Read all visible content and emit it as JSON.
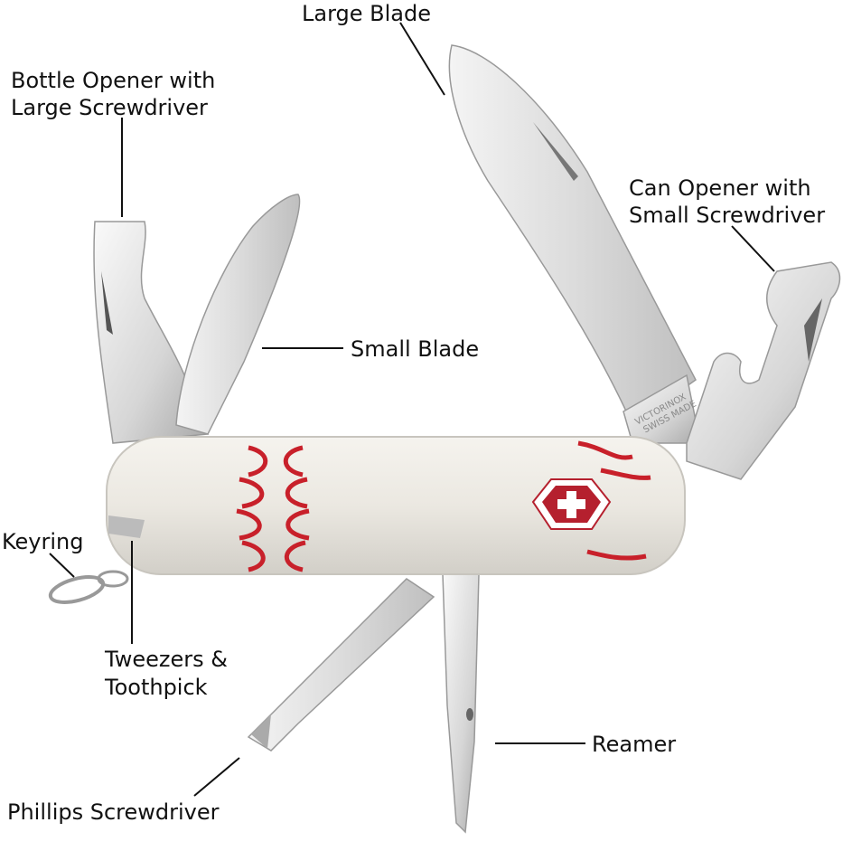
{
  "title": "Swiss army knife tool diagram",
  "labels": {
    "large_blade": "Large Blade",
    "bottle_opener_1": "Bottle Opener with",
    "bottle_opener_2": "Large Screwdriver",
    "small_blade": "Small Blade",
    "can_opener_1": "Can Opener with",
    "can_opener_2": "Small Screwdriver",
    "keyring": "Keyring",
    "tweezers_1": "Tweezers &",
    "tweezers_2": "Toothpick",
    "reamer": "Reamer",
    "phillips": "Phillips Screwdriver"
  },
  "stamp": [
    "VICTORINOX",
    "SWISS MADE"
  ],
  "colors": {
    "logo_red": "#b5202e",
    "stitch_red": "#c8202a",
    "handle": "#ece9e3"
  }
}
